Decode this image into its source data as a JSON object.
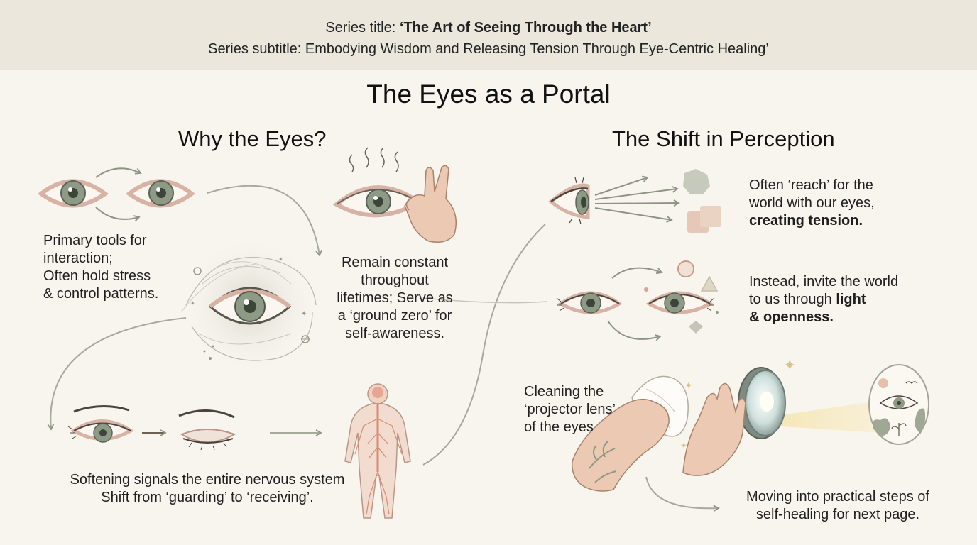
{
  "header": {
    "series_title_label": "Series title:",
    "series_title": "‘The Art of Seeing Through the Heart’",
    "series_subtitle_label": "Series subtitle:",
    "series_subtitle": "Embodying Wisdom and Releasing Tension Through Eye-Centric Healing’"
  },
  "main_title": "The Eyes as a Portal",
  "left_section": {
    "title": "Why the Eyes?",
    "caption_tools": {
      "line1": "Primary tools for",
      "line2": "interaction;",
      "line3": "Often hold stress",
      "line4": "& control patterns."
    },
    "caption_constant": {
      "line1": "Remain constant",
      "line2": "throughout",
      "line3": "lifetimes; Serve as",
      "line4": "a ‘ground zero’ for",
      "line5": "self-awareness."
    },
    "caption_softening": {
      "line1": "Softening signals the entire nervous system",
      "line2": "Shift from ‘guarding’ to ‘receiving’."
    }
  },
  "right_section": {
    "title": "The Shift in Perception",
    "caption_reach": {
      "line1": "Often ‘reach’ for the",
      "line2": "world with our eyes,",
      "line3": "creating tension."
    },
    "caption_invite": {
      "line1": "Instead, invite the world",
      "line2_plain": "to us through ",
      "line2_bold": "light",
      "line3": "& openness."
    },
    "caption_cleaning": {
      "line1": "Cleaning the",
      "line2": "‘projector lens’",
      "line3": "of the eyes"
    },
    "caption_moving": {
      "line1": "Moving into practical steps of",
      "line2": "self-healing for next page."
    }
  },
  "colors": {
    "background": "#f8f5ee",
    "header_band": "#ece7dc",
    "iris": "#8d9a86",
    "eyelid": "#d8b3a5",
    "line": "#6b6255",
    "arrow": "#8e9484",
    "skin": "#e6c0a8",
    "light_beam": "#f4dc8e"
  },
  "icons": [
    "eye-icon",
    "closed-eye-icon",
    "hand-icon",
    "nervous-system-figure-icon",
    "projector-lens-icon",
    "cloth-icon",
    "sparkle-icon",
    "plant-icon"
  ]
}
